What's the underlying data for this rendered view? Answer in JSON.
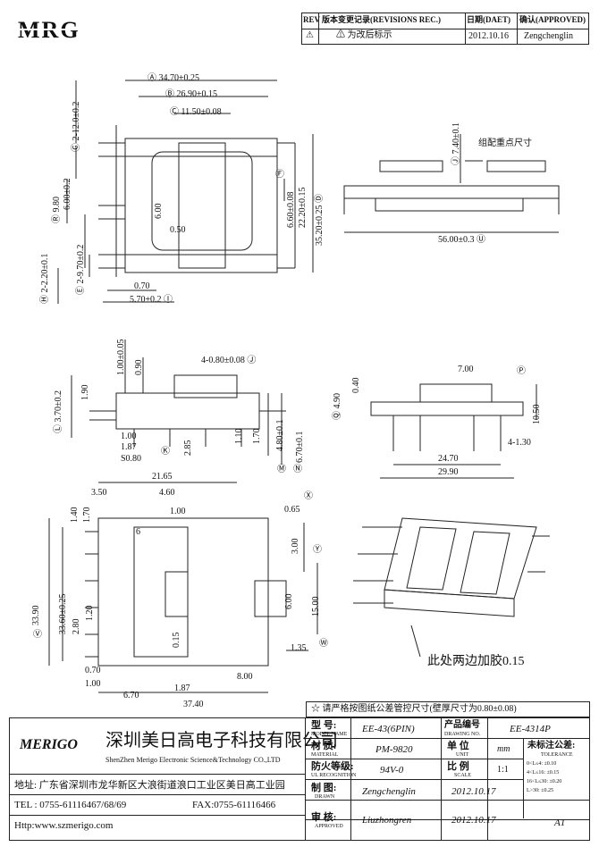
{
  "header": {
    "logo_text": "MRG",
    "rev_header": "REV",
    "rev_desc_header": "版本变更记录(REVISIONS REC.)",
    "date_header": "日期(DAET)",
    "approved_header": "确认(APPROVED)",
    "rev_mark": "⚠",
    "rev_desc": "⚠ 为改后标示",
    "rev_date": "2012.10.16",
    "rev_approver": "Zengchenglin"
  },
  "drawing": {
    "top_view": {
      "dims": [
        "Ⓐ 34.70±0.25",
        "Ⓑ 26.90±0.15",
        "Ⓒ 11.50±0.08",
        "Ⓖ 2-12.0±0.2",
        "6.00±0.2",
        "Ⓡ 9.80",
        "6.00",
        "0.50",
        "Ⓔ 2-9.70±0.2",
        "Ⓗ 2-2.20±0.1",
        "0.70",
        "5.70±0.2 Ⓘ",
        "Ⓕ",
        "6.60±0.08",
        "22.20±0.15",
        "35.20±0.25 Ⓓ"
      ]
    },
    "side_view": {
      "dims": [
        "Ⓙ 7.40±0.1",
        "组配重点尺寸",
        "56.00±0.3 Ⓤ"
      ]
    },
    "front_view": {
      "dims": [
        "1.00±0.05",
        "0.90",
        "4-0.80±0.08 Ⓙ",
        "1.90",
        "Ⓛ 3.70±0.2",
        "1.00",
        "1.87",
        "Ⓚ",
        "2.85",
        "S0.80",
        "1.10",
        "1.70",
        "4.80±0.1",
        "6.70±0.1",
        "Ⓜ",
        "Ⓝ"
      ]
    },
    "right_view": {
      "dims": [
        "7.00",
        "Ⓟ",
        "Ⓠ 4.90",
        "0.40",
        "10.50",
        "4-1.30",
        "24.70",
        "29.90"
      ]
    },
    "bottom_view": {
      "dims": [
        "21.65",
        "3.50",
        "4.60",
        "1.40",
        "1.70",
        "1.00",
        "6",
        "33.90",
        "33.60±0.25",
        "2.80",
        "1.20",
        "0.70",
        "1.00",
        "0.15",
        "6.70",
        "1.87",
        "37.40",
        "8.00",
        "0.65",
        "3.00",
        "6.00",
        "15.00",
        "1.35",
        "Ⓥ",
        "Ⓧ",
        "Ⓨ",
        "Ⓦ"
      ]
    },
    "iso_view": {
      "note": "此处两边加胶0.15"
    }
  },
  "notes": {
    "tolerance_note": "☆ 请严格按图纸公差管控尺寸(壁厚尺寸为0.80±0.08)"
  },
  "title_block": {
    "company_logo": "MERIGO",
    "company_cn": "深圳美日高电子科技有限公司",
    "company_en": "ShenZhen Merigo Electronic Science&Technology CO.,LTD",
    "address": "地址: 广东省深圳市龙华新区大浪街道浪口工业区美日高工业园",
    "tel": "TEL : 0755-61116467/68/69",
    "fax": "FAX:0755-61116466",
    "http": "Http:www.szmerigo.com",
    "model_label": "型 号:",
    "model_label_en": "MODEL NAME",
    "model_value": "EE-43(6PIN)",
    "drawing_no_label": "产品编号",
    "drawing_no_label_en": "DRAWING NO.",
    "drawing_no_value": "EE-4314P",
    "material_label": "材 质:",
    "material_label_en": "MATERIAL",
    "material_value": "PM-9820",
    "unit_label": "单 位",
    "unit_label_en": "UNIT",
    "unit_value": "mm",
    "tolerance_label": "未标注公差:",
    "tolerance_label_en": "TOLERANCE",
    "ul_label": "防火等级:",
    "ul_label_en": "UL RECOGNITION",
    "ul_value": "94V-0",
    "scale_label": "比 例",
    "scale_label_en": "SCALE",
    "scale_value": "1:1",
    "tolerance_rows": [
      "0<L≤4: ±0.10",
      "4<L≤16: ±0.15",
      "16<L≤30: ±0.20",
      "L>30: ±0.25"
    ],
    "drawn_label": "制 图:",
    "drawn_label_en": "DRAWN",
    "drawn_value": "Zengchenglin",
    "drawn_date": "2012.10.17",
    "approved_label": "审 核:",
    "approved_label_en": "APPROVED",
    "approved_value": "Liuzhongren",
    "approved_date": "2012.10.17",
    "version": "A1"
  }
}
